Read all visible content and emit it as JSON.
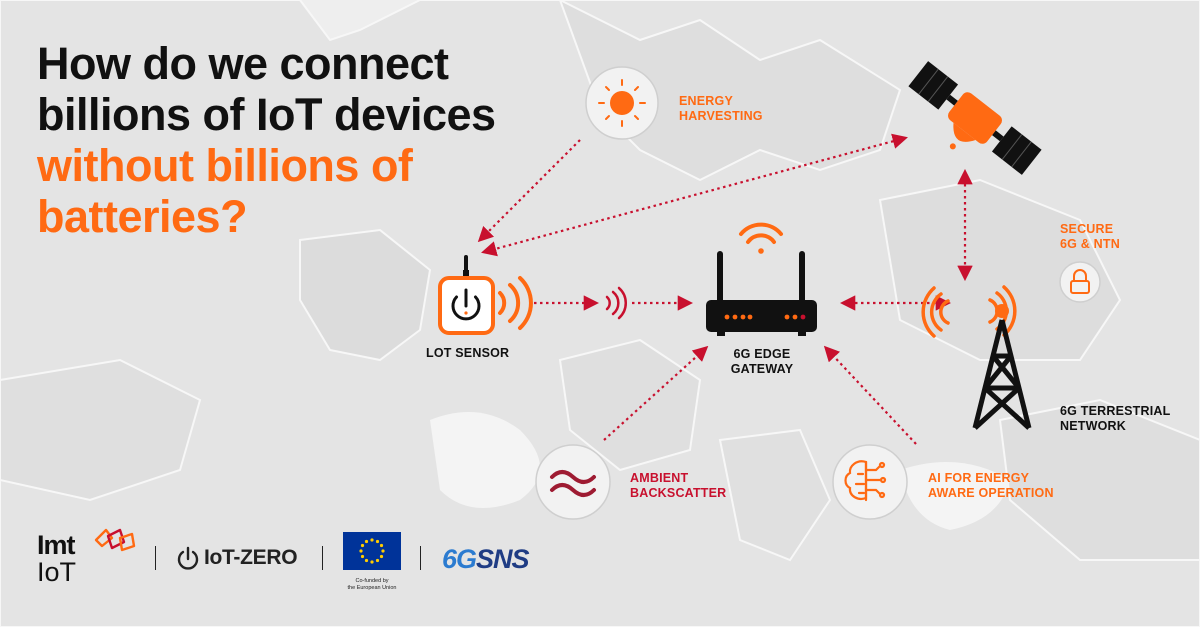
{
  "headline": {
    "line1": "How do we connect",
    "line2": "billions of IoT devices",
    "line3": "without billions of",
    "line4": "batteries?"
  },
  "nodes": {
    "energy_harvesting": {
      "line1": "ENERGY",
      "line2": "HARVESTING",
      "icon": "sun-icon"
    },
    "satellite": {
      "icon": "satellite-icon"
    },
    "secure": {
      "line1": "SECURE",
      "line2": "6G & NTN",
      "icon": "lock-icon"
    },
    "iot_sensor": {
      "label": "LOT SENSOR",
      "icon": "power-sensor-icon"
    },
    "edge_gateway": {
      "line1": "6G EDGE",
      "line2": "GATEWAY",
      "icon": "router-icon"
    },
    "terrestrial": {
      "line1": "6G TERRESTRIAL",
      "line2": "NETWORK",
      "icon": "cell-tower-icon"
    },
    "backscatter": {
      "line1": "AMBIENT",
      "line2": "BACKSCATTER",
      "icon": "wave-icon"
    },
    "ai_energy": {
      "line1": "AI FOR ENERGY",
      "line2": "AWARE OPERATION",
      "icon": "ai-brain-icon"
    }
  },
  "logos": {
    "imt_line1": "Imt",
    "imt_line2": "IoT",
    "iotzero": "IoT-ZERO",
    "eu_caption_line1": "Co-funded by",
    "eu_caption_line2": "the European Union",
    "sns_prefix": "6G",
    "sns_suffix": "SNS"
  },
  "colors": {
    "orange": "#ff6a13",
    "crimson": "#c8102e",
    "dark": "#111111",
    "map_land": "#e3e3e3",
    "background": "#eeeeee",
    "eu_blue": "#003399",
    "eu_gold": "#ffcc00"
  }
}
